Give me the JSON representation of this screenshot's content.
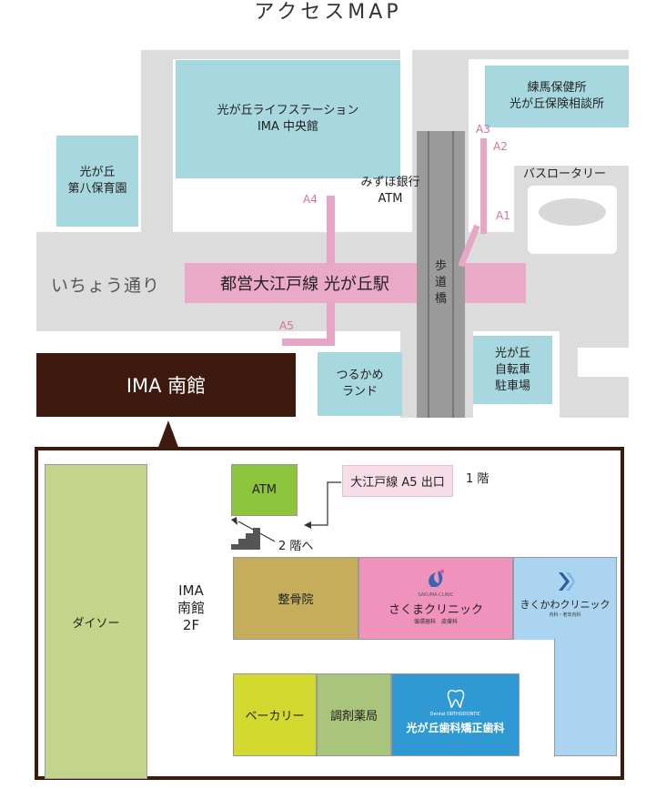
{
  "title": "アクセスMAP",
  "colors": {
    "road": "#dcdcdc",
    "building": "#a8d8df",
    "station": "#e9a9c7",
    "brown": "#3d1a0d",
    "atm": "#8cc43c"
  },
  "top_map": {
    "buildings": {
      "life_station": "光が丘ライフステーション\nIMA 中央館",
      "nursery": "光が丘\n第八保育園",
      "health": "練馬保健所\n光が丘保険相談所",
      "bike": "光が丘\n自転車\n駐車場",
      "tsurukame": "つるかめ\nランド"
    },
    "labels": {
      "bank": "みずほ銀行\nATM",
      "bus": "バスロータリー",
      "street": "いちょう通り",
      "station": "都営大江戸線 光が丘駅",
      "bridge": "歩\n道\n橋"
    },
    "exits": {
      "a1": "A1",
      "a2": "A2",
      "a3": "A3",
      "a4": "A4",
      "a5": "A5"
    },
    "south_hall": "IMA 南館"
  },
  "floor": {
    "atm": "ATM",
    "exit_a5": "大江戸線 A5 出口",
    "floor_1": "1 階",
    "to_2f": "2 階へ",
    "daiso": "ダイソー",
    "floor_label": "IMA\n南館\n2F",
    "seikotsu": "整骨院",
    "sakuma": {
      "name": "さくまクリニック",
      "logo": "SAKUMA CLINIC",
      "sub": "循環器科　皮膚科"
    },
    "kikukawa": {
      "name": "きくかわクリニック",
      "sub": "内科・老年内科"
    },
    "bakery": "ベーカリー",
    "pharmacy": "調剤薬局",
    "dental": {
      "name": "光が丘歯科矯正歯科",
      "logo": "Dental ORTHODONTIC"
    },
    "icons": [
      "stairs-icon",
      "sakuma-logo-icon",
      "kikukawa-logo-icon",
      "tooth-icon"
    ]
  }
}
